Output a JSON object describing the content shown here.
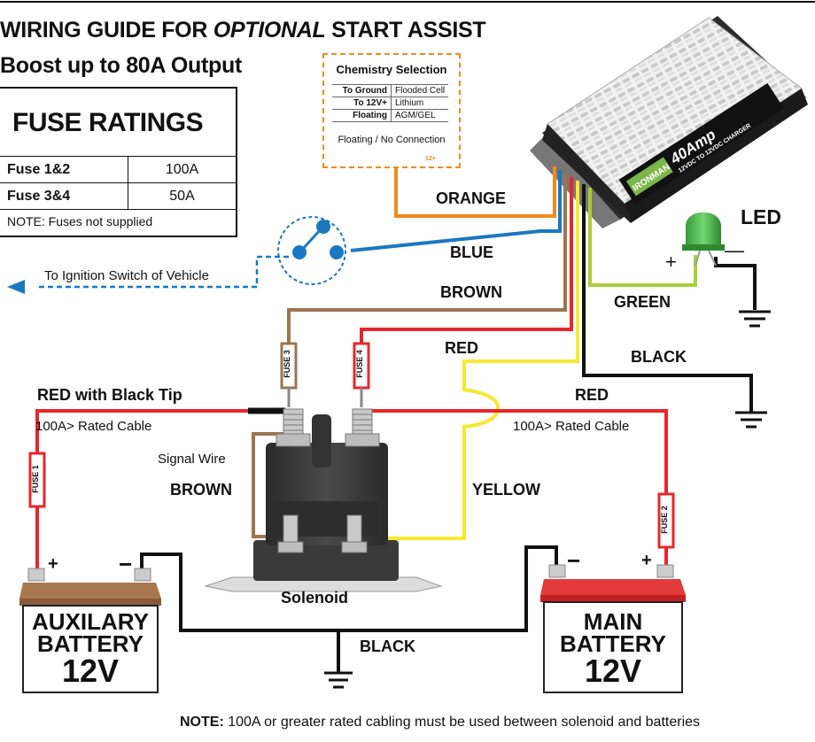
{
  "title_line1_a": "WIRING GUIDE FOR",
  "title_line1_b": "OPTIONAL",
  "title_line1_c": "START ASSIST",
  "title_line2": "Boost up to 80A Output",
  "fuse_ratings": {
    "heading": "FUSE RATINGS",
    "rows": [
      {
        "name": "Fuse 1&2",
        "value": "100A"
      },
      {
        "name": "Fuse 3&4",
        "value": "50A"
      }
    ],
    "note": "NOTE: Fuses not supplied"
  },
  "chemistry": {
    "title": "Chemistry Selection",
    "rows": [
      {
        "key": "To Ground",
        "value": "Flooded Cell"
      },
      {
        "key": "To 12V+",
        "value": "Lithium"
      },
      {
        "key": "Floating",
        "value": "AGM/GEL"
      }
    ],
    "floating_label": "Floating / No Connection",
    "plus_label": "12+"
  },
  "charger": {
    "rating": "40Amp",
    "subtitle": "12VDC TO 12VDC CHARGER",
    "brand": "IRONMAN"
  },
  "labels": {
    "orange": "ORANGE",
    "blue": "BLUE",
    "brown_top": "BROWN",
    "red_top": "RED",
    "green": "GREEN",
    "black_right": "BLACK",
    "led": "LED",
    "led_plus": "+",
    "led_minus": "—",
    "red_black_tip": "RED with Black Tip",
    "cable_left": "100A> Rated Cable",
    "red_right": "RED",
    "cable_right": "100A> Rated Cable",
    "signal_wire": "Signal Wire",
    "brown_signal": "BROWN",
    "yellow": "YELLOW",
    "solenoid": "Solenoid",
    "black_bottom": "BLACK",
    "ignition": "To Ignition Switch of Vehicle",
    "fuse1": "FUSE 1",
    "fuse2": "FUSE 2",
    "fuse3": "FUSE 3",
    "fuse4": "FUSE 4"
  },
  "aux_battery": {
    "line1": "AUXILARY",
    "line2": "BATTERY",
    "line3": "12V",
    "plus": "+",
    "minus": "−"
  },
  "main_battery": {
    "line1": "MAIN",
    "line2": "BATTERY",
    "line3": "12V",
    "plus": "+",
    "minus": "−"
  },
  "bottom_note": {
    "bold": "NOTE:",
    "text": " 100A or greater rated cabling must be used between solenoid and batteries"
  },
  "colors": {
    "orange": "#f08a1e",
    "blue": "#1a78c2",
    "brown": "#9c7650",
    "red": "#e8262b",
    "yellow": "#f4ea30",
    "green": "#a8cf38",
    "black": "#111111",
    "battery_red": "#d9242a",
    "battery_brown": "#8a5a3a"
  }
}
